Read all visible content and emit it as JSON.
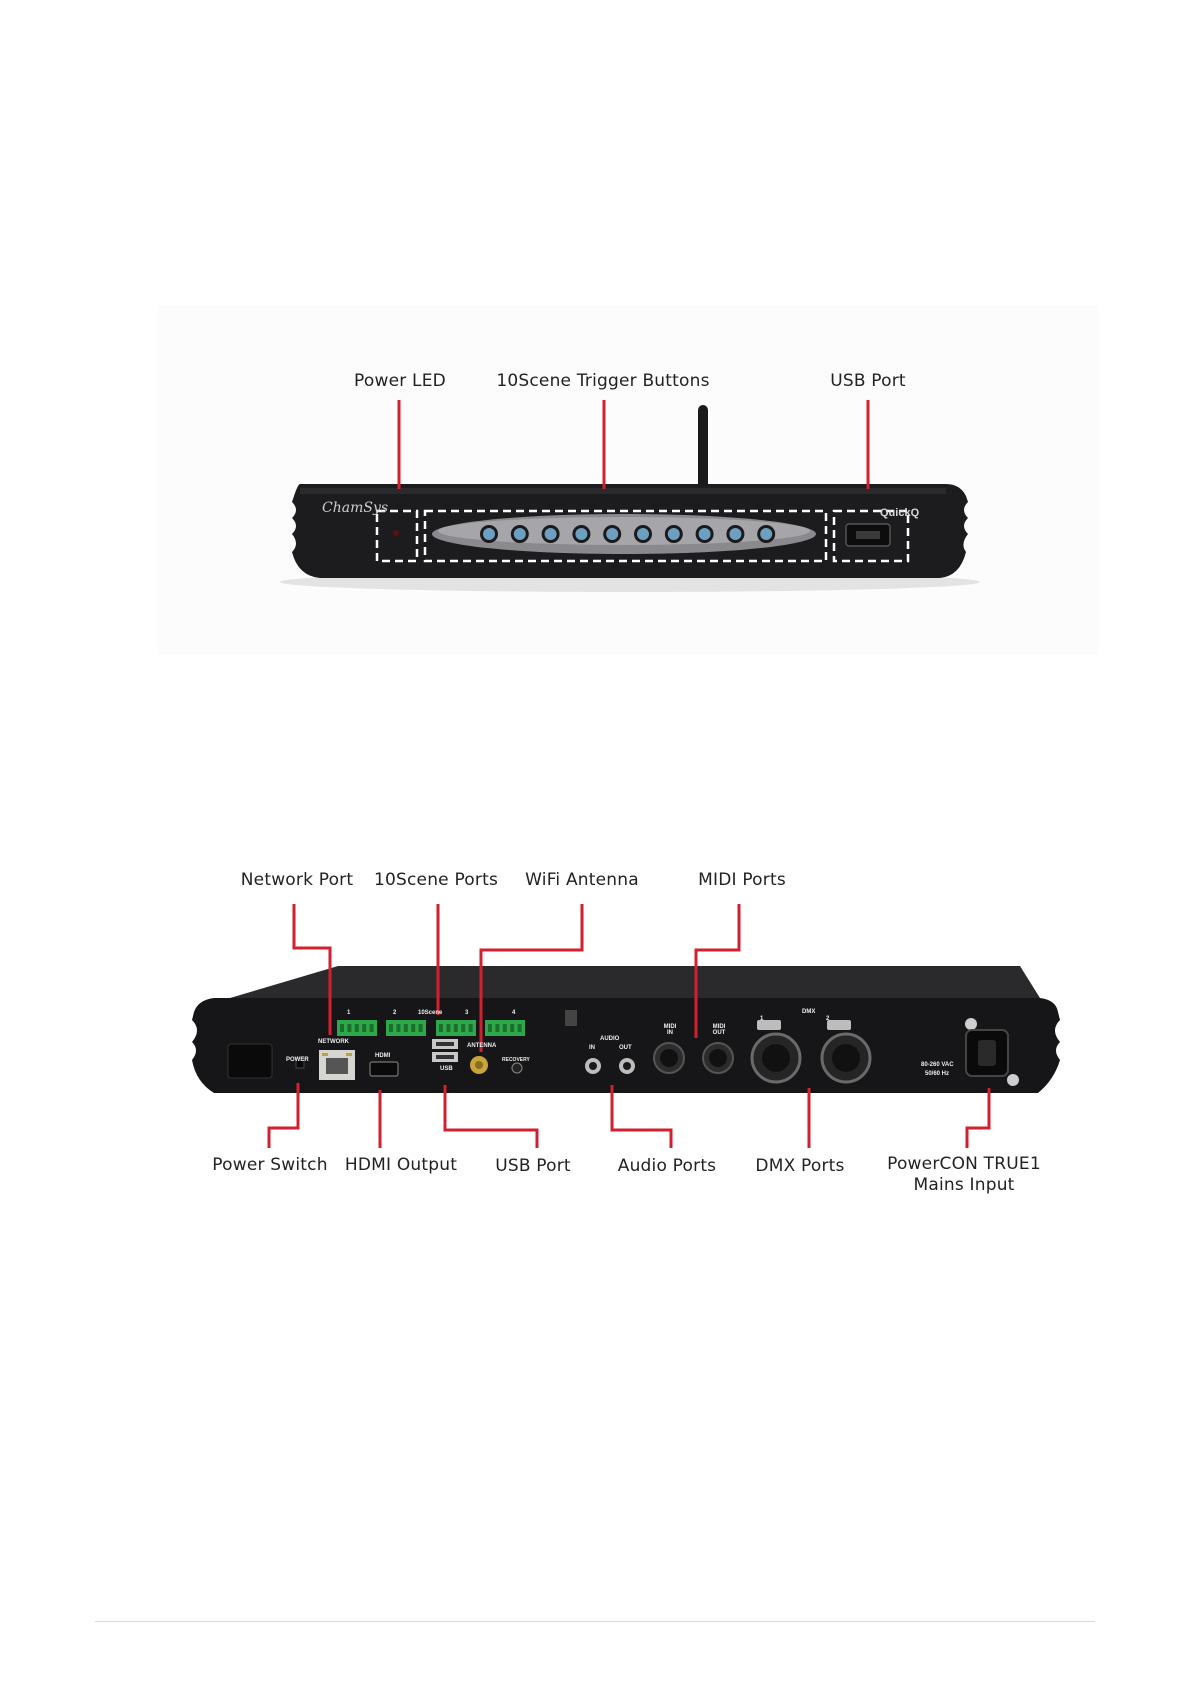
{
  "front_view": {
    "brand": "ChamSys",
    "model": "QuickQ",
    "callouts": {
      "power_led": "Power LED",
      "trigger_buttons": "10Scene Trigger Buttons",
      "usb_port": "USB Port"
    },
    "trigger_button_count": 10
  },
  "rear_view": {
    "callouts_top": {
      "network_port": "Network Port",
      "scene_ports": "10Scene Ports",
      "wifi_antenna": "WiFi Antenna",
      "midi_ports": "MIDI Ports"
    },
    "callouts_bottom": {
      "power_switch": "Power Switch",
      "hdmi_output": "HDMI Output",
      "usb_port": "USB Port",
      "audio_ports": "Audio Ports",
      "dmx_ports": "DMX Ports",
      "powercon_line1": "PowerCON TRUE1",
      "powercon_line2": "Mains Input"
    },
    "panel_text": {
      "power": "POWER",
      "network": "NETWORK",
      "hdmi": "HDMI",
      "usb": "USB",
      "antenna": "ANTENNA",
      "recovery": "RECOVERY",
      "scene": "10Scene",
      "audio": "AUDIO",
      "audio_in": "IN",
      "audio_out": "OUT",
      "midi_in": "MIDI IN",
      "midi_out": "MIDI OUT",
      "dmx": "DMX",
      "dmx1": "1",
      "dmx2": "2",
      "scene1": "1",
      "scene2": "2",
      "scene3": "3",
      "scene4": "4",
      "voltage": "80-260 VAC",
      "freq": "50/60 Hz"
    }
  },
  "colors": {
    "callout_line": "#d2202f",
    "device_body": "#1c1c1e",
    "terminal_green": "#2ea84a"
  }
}
